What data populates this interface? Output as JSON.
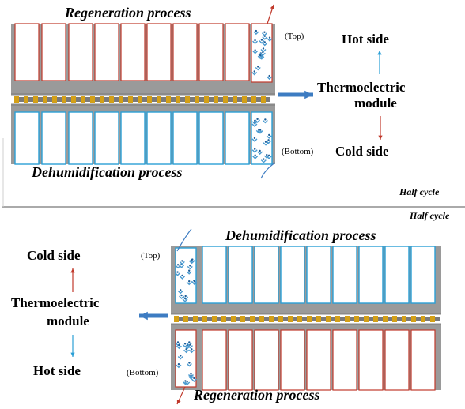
{
  "panel_top": {
    "process_top": "Regeneration process",
    "process_bottom": "Dehumidification process",
    "pos_top": "(Top)",
    "pos_bottom": "(Bottom)",
    "module_line1": "Thermoelectric",
    "module_line2": "module",
    "upper_side": "Hot side",
    "lower_side": "Cold side",
    "half_cycle": "Half cycle"
  },
  "panel_bottom": {
    "half_cycle": "Half cycle",
    "process_top": "Dehumidification process",
    "process_bottom": "Regeneration process",
    "pos_top": "(Top)",
    "pos_bottom": "(Bottom)",
    "module_line1": "Thermoelectric",
    "module_line2": "module",
    "upper_side": "Cold side",
    "lower_side": "Hot side"
  },
  "colors": {
    "hot": "#c0392b",
    "cold": "#2a9fd6",
    "plate": "#9a9a9a",
    "module_arrow": "#3d7cc2"
  }
}
